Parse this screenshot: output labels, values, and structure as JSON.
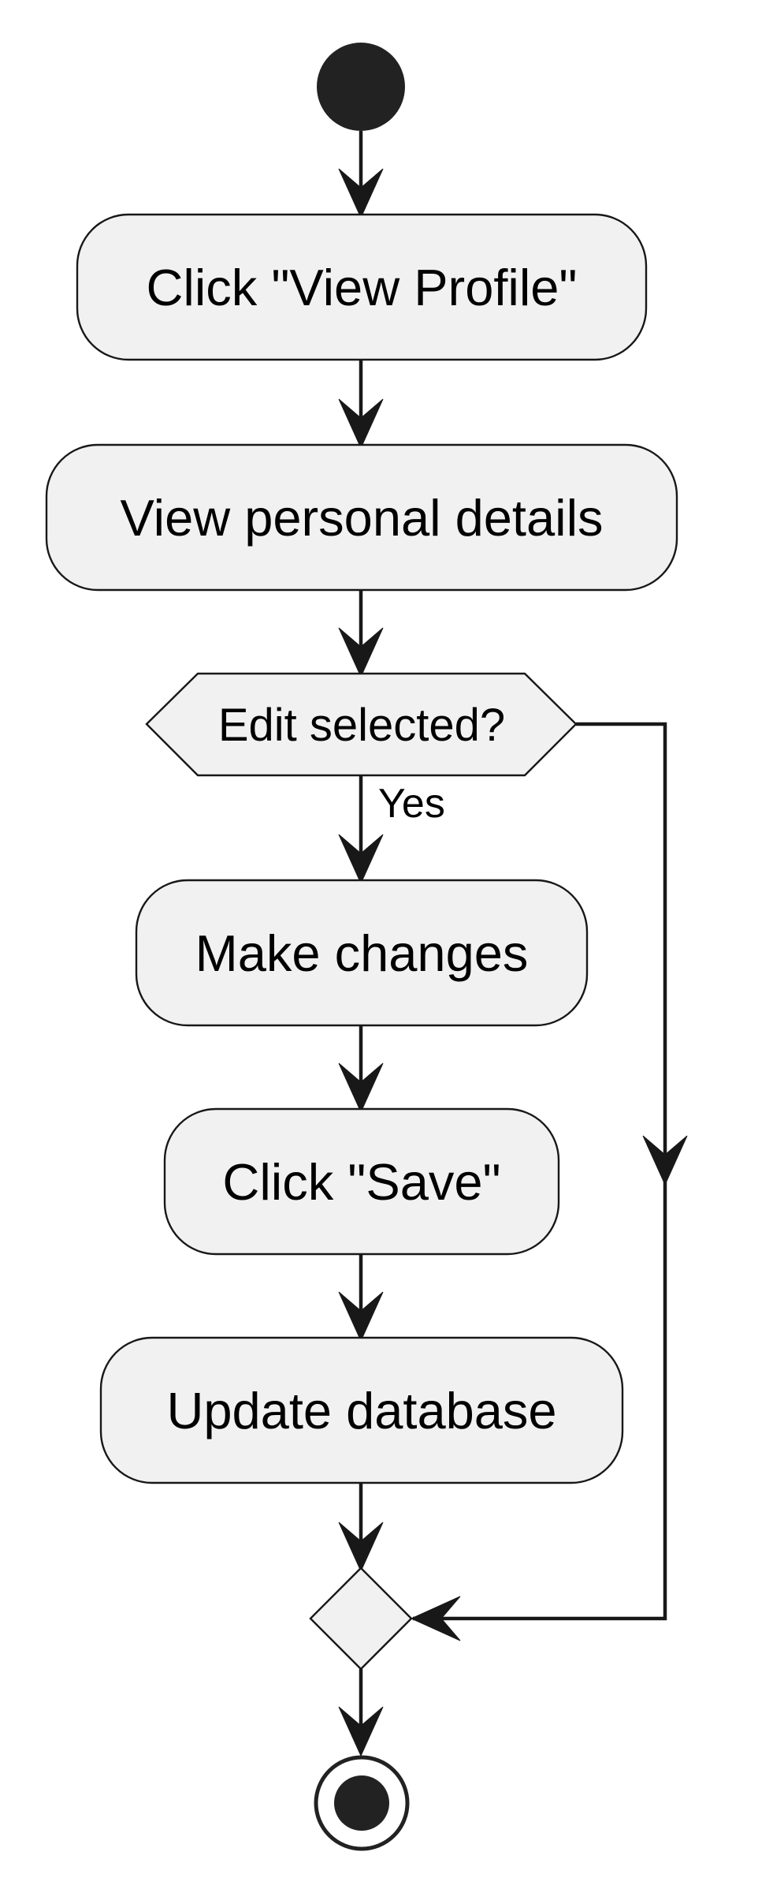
{
  "diagram": {
    "type": "activity",
    "colors": {
      "node_fill": "#f1f1f1",
      "stroke": "#181818",
      "text": "#000000",
      "start_end": "#222222"
    },
    "actions": {
      "view_profile": "Click \"View Profile\"",
      "view_details": "View personal details",
      "make_changes": "Make changes",
      "click_save": "Click \"Save\"",
      "update_db": "Update database"
    },
    "decision": {
      "question": "Edit selected?",
      "yes_label": "Yes"
    }
  }
}
